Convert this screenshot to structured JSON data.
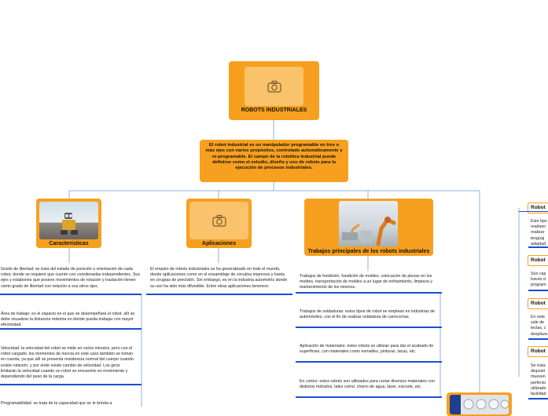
{
  "root": {
    "title": "ROBOTS INDUSTRIALES",
    "image_icon": "camera-icon"
  },
  "definition": {
    "text": "El robot industrial es un manipulador programable en tres o más ejes con varios propósitos, controlado automáticamente y re-programable. El campo de la robótica industrial puede definirse como el estudio, diseño y uso de robots para la ejecución de procesos industriales."
  },
  "branches": {
    "caracteristicas": {
      "title": "Características",
      "notes": [
        "Grado de libertad: se trata del estado de posición u orientación de cada robot, donde se requiere que cuente con coordenadas independientes. Sus ejes y eslabones que poseen movimientos de rotación y traslación tienen cierto grado de libertad con relación a sus otros ejes.",
        "Área de trabajo: es el espacio en el que se desempeñará el robot, allí se debe visualizar la distancia máxima en donde pueda trabajar con mayor efectividad.",
        "Velocidad: la velocidad del robot se mide en ciclos minutos, pero con el robot cargado; los momentos de inercia en este caso también se toman en cuenta, ya que allí se presenta resistencia normal del cuerpo cuando existe rotación, y por ende existe cambio de velocidad. Los giros limitarán la velocidad cuando un robot se encuentre en movimiento y dependiendo del peso de la carga.",
        "Programabilidad: se trata de la capacidad que se le brinda a"
      ]
    },
    "aplicaciones": {
      "title": "Aplicaciones",
      "image_icon": "camera-icon",
      "notes": [
        "El empleo de robots industriales se ha generalizado en todo el mundo, desde aplicaciones como en el ensamblaje de circuitos impresos y hasta en cirugías de precisión. Sin embargo, es en la industria automotriz donde su uso ha sido más difundido. Entre otras aplicaciones tenemos:"
      ]
    },
    "trabajos": {
      "title": "Trabajos principales de los robots industriales",
      "notes": [
        "Trabajos de fundición: fundición de moldes, colocación de piezas en los moldes,  transportación de moldes a un lugar de enfriamiento, limpieza y mantenimiento de los mismos.",
        "Trabajos de soldaduras: estos tipos de robot se emplean en industrias de automóviles, con el fin de realizar soldadura de carrocerías.",
        "Aplicación de materiales: estos robots se utilizan para dar el acabado de superficies, con materiales como esmaltes, pinturas, lacas, etc.",
        "En cortes: estos robots son utilizados para cortar diversos materiales con distintos métodos, tales como: chorro de agua, láser, oxicorte, etc."
      ]
    },
    "right": {
      "items": [
        {
          "title": "Robot",
          "text": "Este tipo realmen realizar lenguaj adaptad"
        },
        {
          "title": "Robot",
          "text": "Son cap través d program"
        },
        {
          "title": "Robot",
          "text": "En este vale de teclas, c desplaza"
        },
        {
          "title": "Robot",
          "text": "Se trata disposit mueven perfecto utilizado facilidad"
        }
      ]
    }
  },
  "colors": {
    "node": "#f7a01f",
    "placeholder": "#f9c26b",
    "underline": "#1a4fd6",
    "connector": "#8fb3e0"
  }
}
